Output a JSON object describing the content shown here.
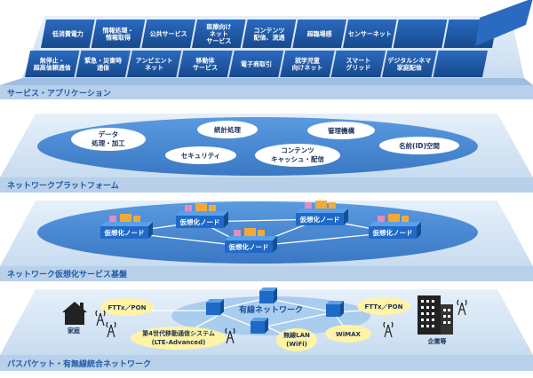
{
  "layers": {
    "service": {
      "title": "サービス・アプリケーション",
      "tiles_row1": [
        [
          "低消費電力"
        ],
        [
          "情報処理・",
          "情報取得"
        ],
        [
          "公共サービス"
        ],
        [
          "医療向け",
          "ネット",
          "サービス"
        ],
        [
          "コンテンツ",
          "配信、流通"
        ],
        [
          "超臨場感"
        ],
        [
          "センサーネット"
        ],
        [],
        []
      ],
      "tiles_row2": [
        [
          "無停止・",
          "超高信頼通信"
        ],
        [
          "緊急・災害時",
          "通信"
        ],
        [
          "アンビエント",
          "ネット"
        ],
        [
          "移動体",
          "サービス"
        ],
        [
          "電子商取引"
        ],
        [
          "就学児童",
          "向けネット"
        ],
        [
          "スマート",
          "グリッド"
        ],
        [
          "デジタルシネマ",
          "家庭配信"
        ],
        []
      ]
    },
    "platform": {
      "title": "ネットワークプラットフォーム",
      "bubbles": [
        [
          "データ",
          "処理・加工"
        ],
        [
          "統計処理"
        ],
        [
          "管理機構"
        ],
        [
          "セキュリティ"
        ],
        [
          "コンテンツ",
          "キャッシュ・配信"
        ],
        [
          "名前(ID)空間"
        ]
      ]
    },
    "virtual": {
      "title": "ネットワーク仮想化サービス基盤",
      "node_label": "仮想化ノード"
    },
    "physical": {
      "title": "パスパケット・有無線統合ネットワーク",
      "wired_label": "有線ネットワーク",
      "fttx_left": "FTTx／PON",
      "fttx_right": "FTTx／PON",
      "home_label": "家庭",
      "enterprise_label": "企業等",
      "mobile_label": [
        "第4世代移動通信システム",
        "(LTE-Advanced)"
      ],
      "wifi_label": [
        "無線LAN",
        "(WiFi)"
      ],
      "wimax_label": "WiMAX"
    }
  },
  "colors": {
    "tile": "#1f5aa6",
    "slab_top": "#d7e7f7",
    "slab_side": "#bcd4ec",
    "ellipse": "#4f8fd6",
    "bubble": "#ffffff",
    "accent_yellow": "#fff3a6",
    "node_top_pink": "#e88ac0",
    "node_top_orange": "#f2a93b"
  }
}
